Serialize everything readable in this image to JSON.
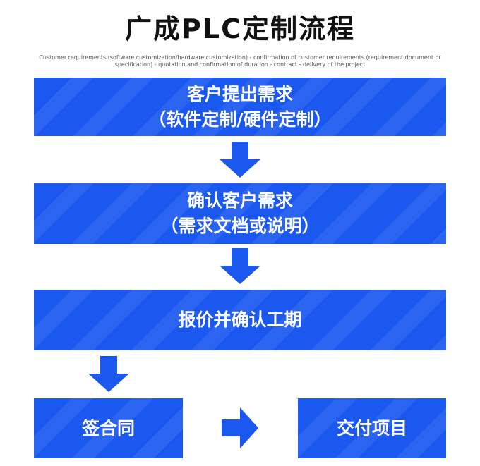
{
  "title": "广成PLC定制流程",
  "subtitle": "Customer requirements (software customization/hardware customization) - confirmation of customer requirements (requirement document or specification) - quotation and confirmation of duration - contract - delivery of the project",
  "steps": {
    "step1": {
      "line1": "客户提出需求",
      "line2": "（软件定制/硬件定制）"
    },
    "step2": {
      "line1": "确认客户需求",
      "line2": "（需求文档或说明）"
    },
    "step3": {
      "line1": "报价并确认工期"
    },
    "step4": {
      "line1": "签合同"
    },
    "step5": {
      "line1": "交付项目"
    }
  },
  "colors": {
    "box": "#1b58f0",
    "arrow": "#1b58f0",
    "title": "#111111"
  },
  "icons": {
    "down_arrow": "down-arrow-icon",
    "right_arrow": "right-arrow-icon"
  }
}
